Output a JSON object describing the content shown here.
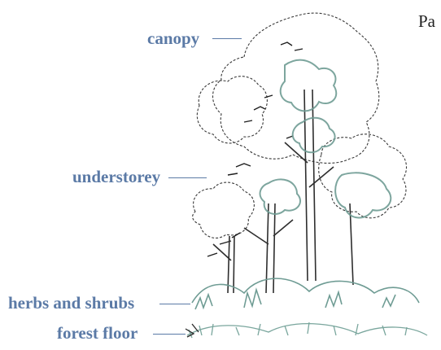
{
  "header": {
    "corner_text": "Pa"
  },
  "layers": {
    "canopy": "canopy",
    "understorey": "understorey",
    "herbs_and_shrubs": "herbs and shrubs",
    "forest_floor": "forest floor"
  },
  "colors": {
    "label": "#5b7aa6",
    "ink": "#2a2a2a",
    "foliage_green": "#6f9c94"
  }
}
